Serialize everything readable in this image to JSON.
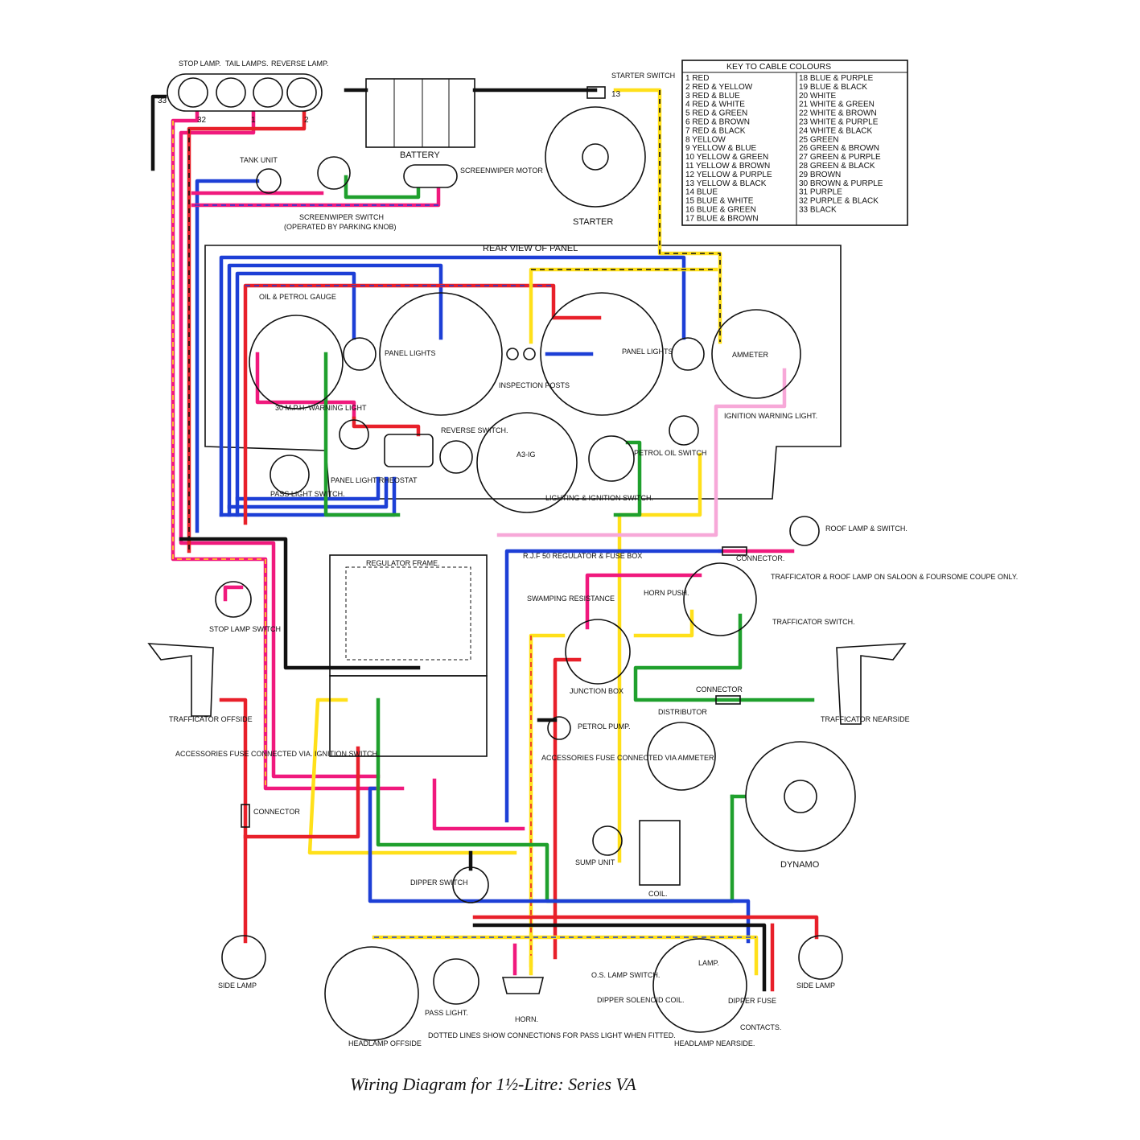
{
  "caption": "Wiring Diagram for 1½-Litre: Series VA",
  "key": {
    "title": "KEY TO CABLE COLOURS",
    "entries": [
      {
        "n": "1",
        "name": "RED"
      },
      {
        "n": "2",
        "name": "RED & YELLOW"
      },
      {
        "n": "3",
        "name": "RED & BLUE"
      },
      {
        "n": "4",
        "name": "RED & WHITE"
      },
      {
        "n": "5",
        "name": "RED & GREEN"
      },
      {
        "n": "6",
        "name": "RED & BROWN"
      },
      {
        "n": "7",
        "name": "RED & BLACK"
      },
      {
        "n": "8",
        "name": "YELLOW"
      },
      {
        "n": "9",
        "name": "YELLOW & BLUE"
      },
      {
        "n": "10",
        "name": "YELLOW & GREEN"
      },
      {
        "n": "11",
        "name": "YELLOW & BROWN"
      },
      {
        "n": "12",
        "name": "YELLOW & PURPLE"
      },
      {
        "n": "13",
        "name": "YELLOW & BLACK"
      },
      {
        "n": "14",
        "name": "BLUE"
      },
      {
        "n": "15",
        "name": "BLUE & WHITE"
      },
      {
        "n": "16",
        "name": "BLUE & GREEN"
      },
      {
        "n": "17",
        "name": "BLUE & BROWN"
      },
      {
        "n": "18",
        "name": "BLUE & PURPLE"
      },
      {
        "n": "19",
        "name": "BLUE & BLACK"
      },
      {
        "n": "20",
        "name": "WHITE"
      },
      {
        "n": "21",
        "name": "WHITE & GREEN"
      },
      {
        "n": "22",
        "name": "WHITE & BROWN"
      },
      {
        "n": "23",
        "name": "WHITE & PURPLE"
      },
      {
        "n": "24",
        "name": "WHITE & BLACK"
      },
      {
        "n": "25",
        "name": "GREEN"
      },
      {
        "n": "26",
        "name": "GREEN & BROWN"
      },
      {
        "n": "27",
        "name": "GREEN & PURPLE"
      },
      {
        "n": "28",
        "name": "GREEN & BLACK"
      },
      {
        "n": "29",
        "name": "BROWN"
      },
      {
        "n": "30",
        "name": "BROWN & PURPLE"
      },
      {
        "n": "31",
        "name": "PURPLE"
      },
      {
        "n": "32",
        "name": "PURPLE & BLACK"
      },
      {
        "n": "33",
        "name": "BLACK"
      }
    ]
  },
  "labels": {
    "stop_lamp": "STOP LAMP.",
    "tail_lamps": "TAIL LAMPS.",
    "reverse_lamp": "REVERSE LAMP.",
    "battery": "BATTERY",
    "starter_switch": "STARTER SWITCH",
    "starter": "STARTER",
    "tank_unit": "TANK UNIT",
    "screenwiper_motor": "SCREENWIPER MOTOR",
    "screenwiper_switch": "SCREENWIPER SWITCH",
    "screenwiper_switch_note": "(OPERATED BY PARKING KNOB)",
    "rear_view_panel": "REAR VIEW OF PANEL",
    "oil_petrol_gauge": "OIL & PETROL GAUGE",
    "panel_lights": "PANEL LIGHTS",
    "inspection_posts": "INSPECTION POSTS",
    "ammeter": "AMMETER",
    "warning_light_30": "30 M.P.H. WARNING LIGHT",
    "reverse_switch": "REVERSE SWITCH.",
    "ignition_warning_light": "IGNITION WARNING LIGHT.",
    "a3_ig": "A3-IG",
    "petrol_oil_switch": "PETROL OIL SWITCH",
    "pass_light_switch": "PASS LIGHT SWITCH.",
    "panel_light_rheostat": "PANEL LIGHT RHEOSTAT",
    "lighting_ignition_switch": "LIGHTING & IGNITION SWITCH.",
    "roof_lamp_switch": "ROOF LAMP & SWITCH.",
    "connector": "CONNECTOR.",
    "rjf_regulator": "R.J.F 50 REGULATOR & FUSE BOX",
    "regulator_frame": "REGULATOR FRAME.",
    "swamping_resistance": "SWAMPING RESISTANCE",
    "horn_push": "HORN PUSH.",
    "trafficator_roof_lamp": "TRAFFICATOR & ROOF LAMP ON SALOON & FOURSOME COUPE ONLY.",
    "trafficator_switch": "TRAFFICATOR SWITCH.",
    "stop_lamp_switch": "STOP LAMP SWITCH",
    "junction_box": "JUNCTION BOX",
    "connector_right": "CONNECTOR",
    "distributor": "DISTRIBUTOR",
    "trafficator_offside": "TRAFFICATOR OFFSIDE",
    "trafficator_nearside": "TRAFFICATOR NEARSIDE",
    "accessories_fuse_ign": "ACCESSORIES FUSE CONNECTED VIA. IGNITION SWITCH.",
    "accessories_fuse_amm": "ACCESSORIES FUSE CONNECTED VIA AMMETER.",
    "petrol_pump": "PETROL PUMP.",
    "connector_left": "CONNECTOR",
    "sump_unit": "SUMP UNIT",
    "coil": "COIL.",
    "dynamo": "DYNAMO",
    "dipper_switch": "DIPPER SWITCH",
    "side_lamp": "SIDE LAMP",
    "headlamp_offside": "HEADLAMP OFFSIDE",
    "pass_light": "PASS LIGHT.",
    "horn": "HORN.",
    "dotted_lines_note": "DOTTED LINES SHOW CONNECTIONS FOR PASS LIGHT WHEN FITTED.",
    "headlamp_nearside": "HEADLAMP NEARSIDE.",
    "os_lamp_switch": "O.S. LAMP SWITCH.",
    "dipper_solenoid_coil": "DIPPER SOLENOID COIL.",
    "dipper_fuse": "DIPPER FUSE",
    "contacts": "CONTACTS.",
    "lamp": "LAMP."
  },
  "colors": {
    "red": "#e8202a",
    "magenta": "#f0197d",
    "blue": "#1d3fd6",
    "yellow": "#ffe01a",
    "green": "#1fa02d",
    "black": "#111111",
    "pink": "#f7a8d8"
  }
}
